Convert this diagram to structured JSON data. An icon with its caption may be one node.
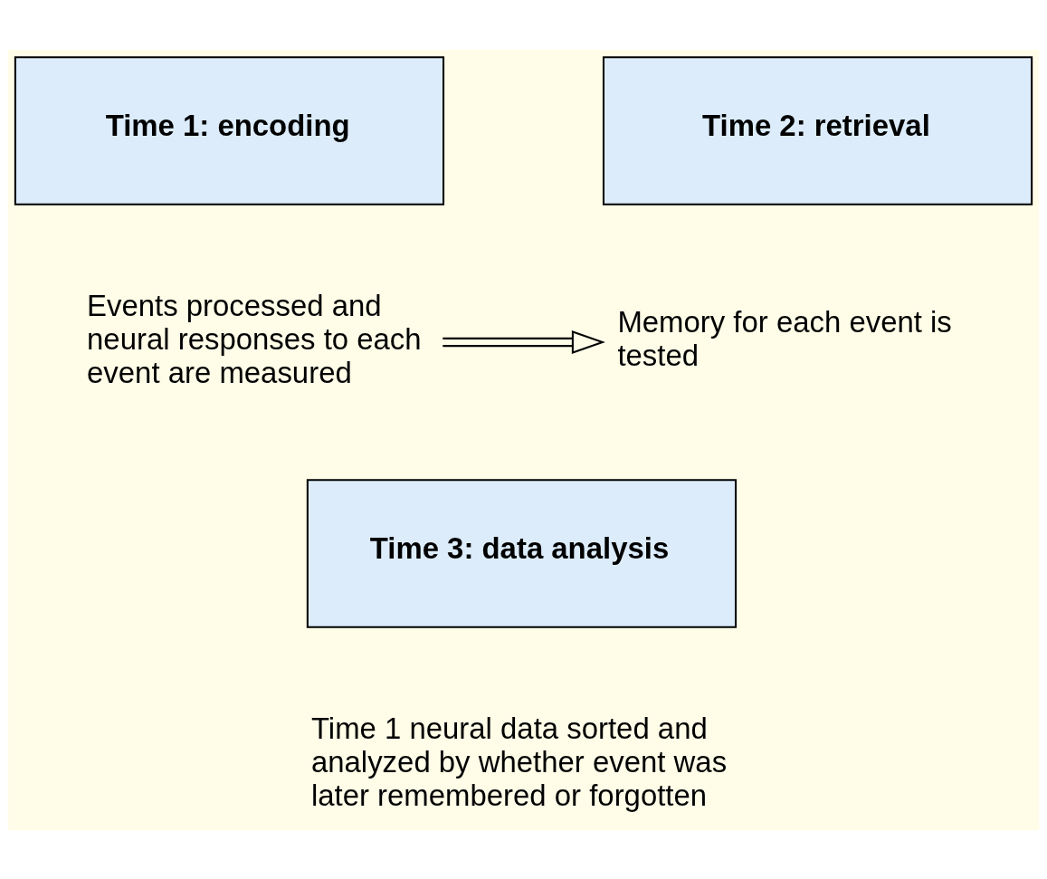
{
  "diagram": {
    "nodes": [
      {
        "text": [
          "Time 1: encoding"
        ]
      },
      {
        "text": [
          "Time 2: retrieval"
        ]
      },
      {
        "text": [
          "Events processed and neural responses to each event are measured"
        ]
      },
      {
        "text": [
          "Memory for each event is tested"
        ]
      },
      {
        "text": [
          "Time 3: data analysis"
        ],
        "beside": [
          "Time 1 neural data sorted and analyzed by whether event was later remembered or forgotten"
        ]
      }
    ],
    "edges": [
      {
        "from": 2,
        "to": 3,
        "arrow": "to"
      }
    ]
  }
}
